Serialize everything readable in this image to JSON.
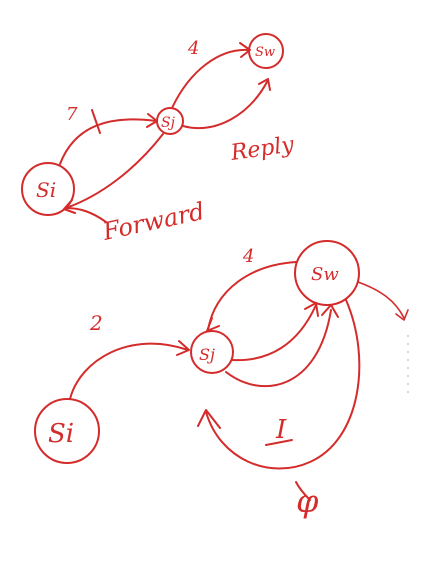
{
  "colors": {
    "ink": "#d42b2b",
    "background": "#ffffff"
  },
  "top_diagram": {
    "node_left": "Si",
    "node_mid": "Sj",
    "node_right": "Sw",
    "edge_left_label": "7",
    "edge_top_label": "4",
    "reply_label": "Reply",
    "forward_label": "Forward"
  },
  "bottom_diagram": {
    "node_left": "Si",
    "node_mid": "Sj",
    "node_right": "Sw",
    "edge_left_label": "2",
    "edge_top_label": "4",
    "loop_label": "I",
    "bottom_label": "φ"
  }
}
